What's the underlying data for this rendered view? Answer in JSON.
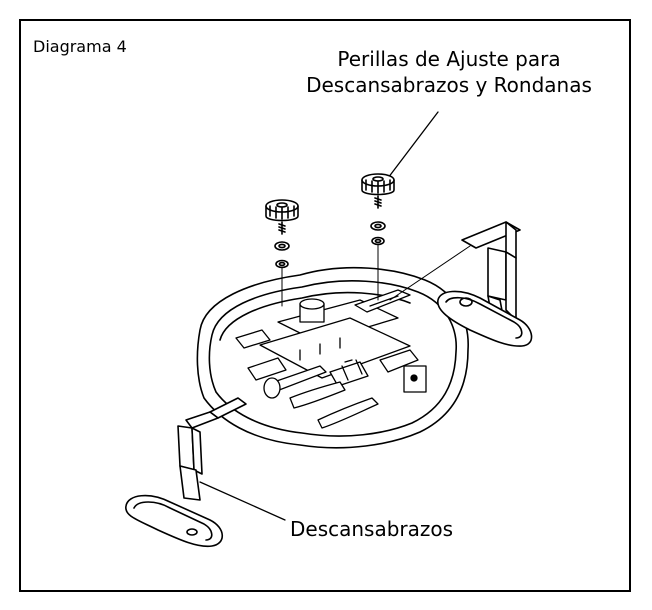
{
  "diagram": {
    "title": "Diagrama 4",
    "labels": {
      "knobs_line1": "Perillas de Ajuste para",
      "knobs_line2": "Descansabrazos y Rondanas",
      "armrests": "Descansabrazos"
    },
    "colors": {
      "line": "#000000",
      "background": "#ffffff"
    }
  }
}
